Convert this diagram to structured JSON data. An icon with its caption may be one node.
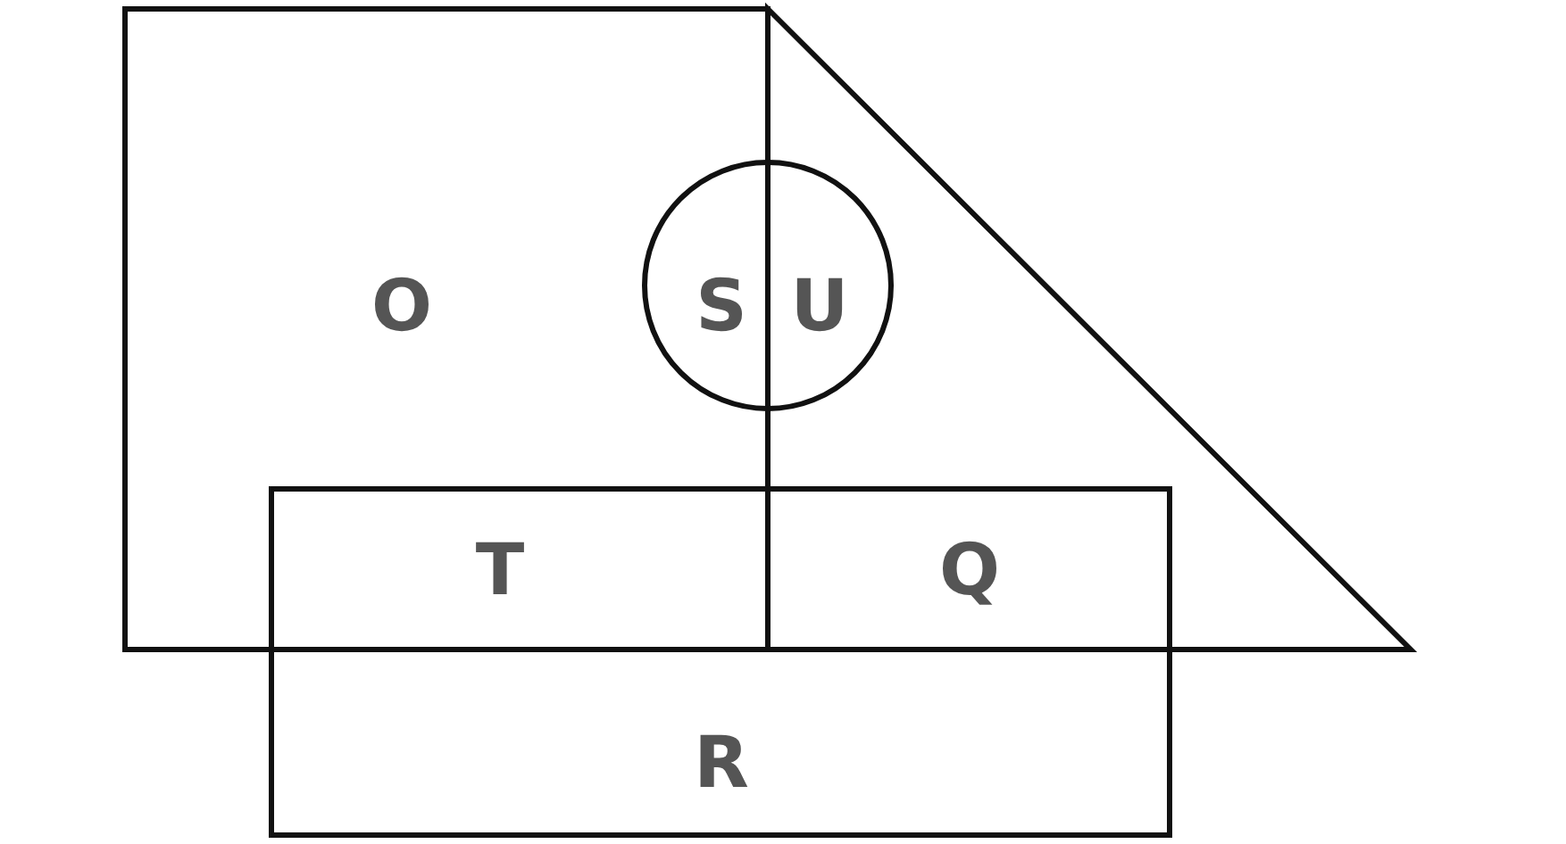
{
  "diagram": {
    "labels": [
      "O",
      "S",
      "U",
      "T",
      "Q",
      "R"
    ]
  }
}
